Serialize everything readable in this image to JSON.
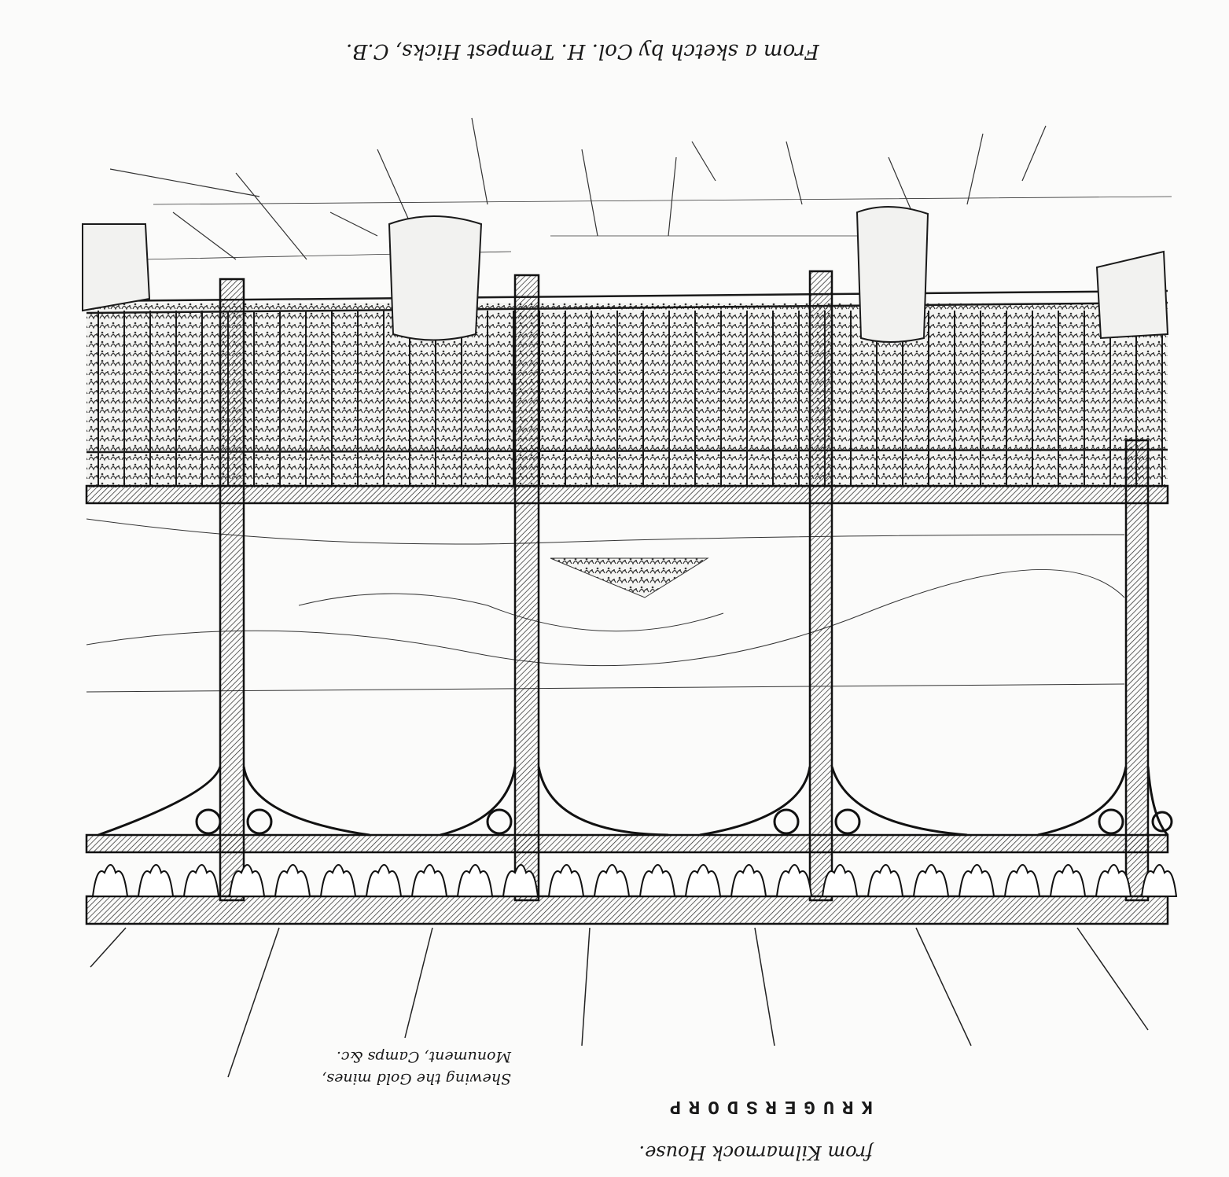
{
  "credit": "From a sketch by Col. H. Tempest Hicks, C.B.",
  "title": {
    "main": "KRUGERSDORP",
    "from": "from Kilmarnock House."
  },
  "subtitle": {
    "line1": "Shewing the Gold mines,",
    "line2": "Monument, Camps &c."
  },
  "colors": {
    "ink": "#1a1a1a",
    "paper": "#fbfbfa"
  }
}
